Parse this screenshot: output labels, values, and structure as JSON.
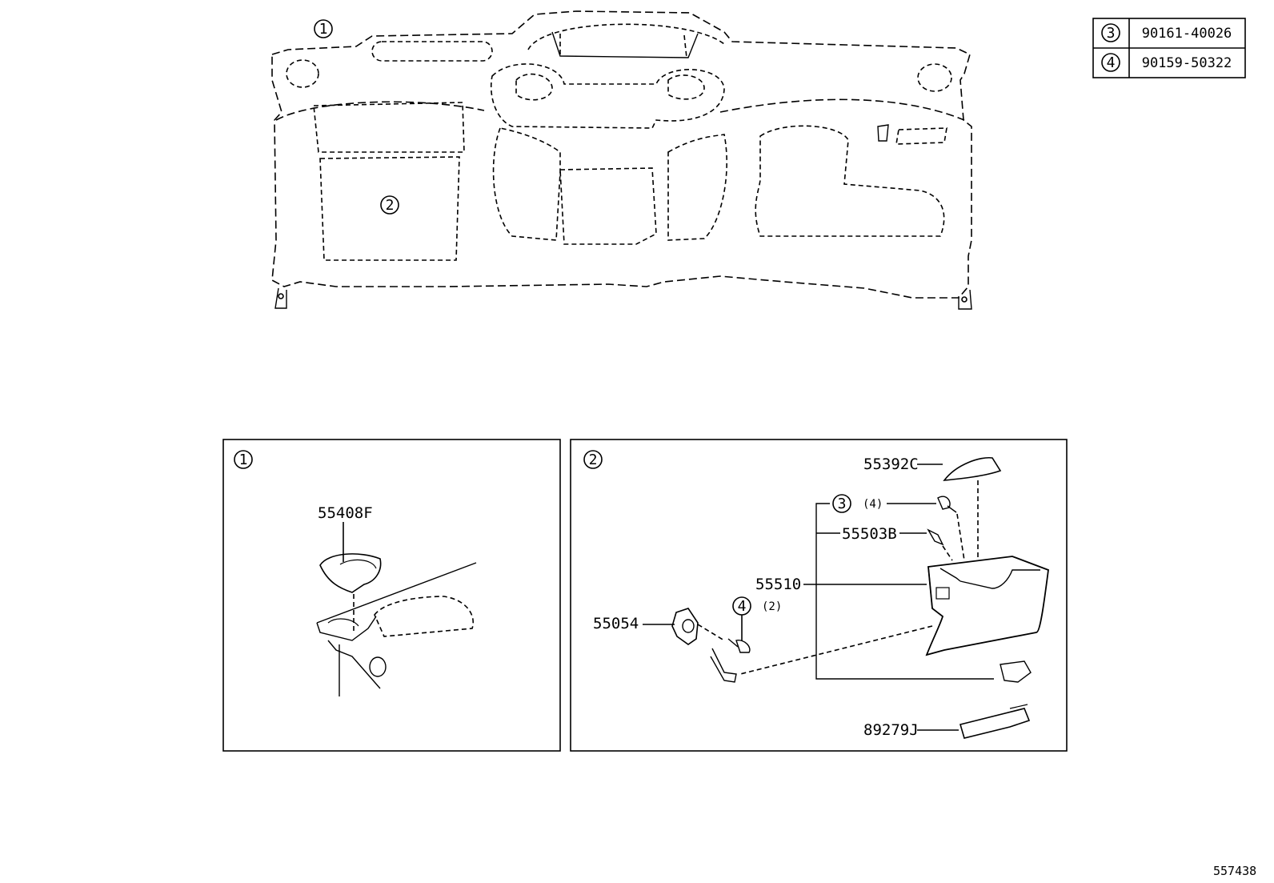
{
  "callout_table": [
    {
      "key": "3",
      "part": "90161-40026"
    },
    {
      "key": "4",
      "part": "90159-50322"
    }
  ],
  "overview": {
    "callout_1": "1",
    "callout_2": "2"
  },
  "detail_1": {
    "callout": "1",
    "parts": {
      "p55408F": "55408F"
    }
  },
  "detail_2": {
    "callout": "2",
    "parts": {
      "p55392C": "55392C",
      "p55503B": "55503B",
      "p55510": "55510",
      "p55054": "55054",
      "p89279J": "89279J"
    },
    "ref_3": {
      "key": "3",
      "qty": "(4)"
    },
    "ref_4": {
      "key": "4",
      "qty": "(2)"
    }
  },
  "doc_number": "557438"
}
